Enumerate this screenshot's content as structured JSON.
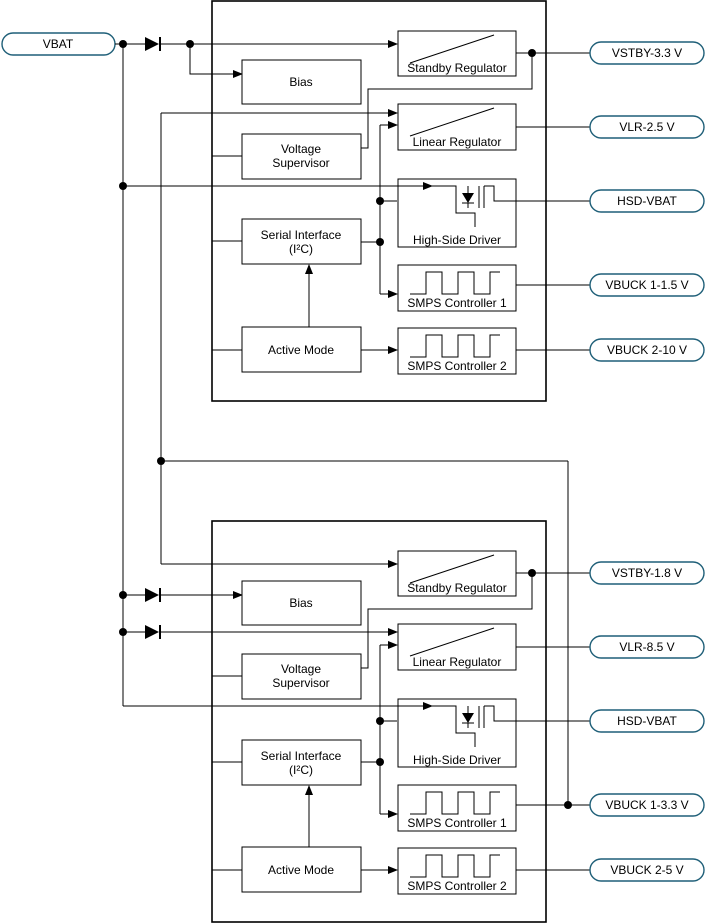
{
  "inputs": {
    "vbat": "VBAT"
  },
  "upper": {
    "blocks": {
      "bias": "Bias",
      "voltage_supervisor": [
        "Voltage",
        "Supervisor"
      ],
      "serial_interface": [
        "Serial Interface",
        "(I²C)"
      ],
      "active_mode": "Active Mode",
      "standby_regulator": "Standby Regulator",
      "linear_regulator": "Linear Regulator",
      "high_side_driver": "High-Side Driver",
      "smps_controller_1": "SMPS Controller 1",
      "smps_controller_2": "SMPS Controller 2"
    },
    "outputs": [
      "VSTBY-3.3 V",
      "VLR-2.5 V",
      "HSD-VBAT",
      "VBUCK 1-1.5 V",
      "VBUCK 2-10 V"
    ]
  },
  "lower": {
    "blocks": {
      "bias": "Bias",
      "voltage_supervisor": [
        "Voltage",
        "Supervisor"
      ],
      "serial_interface": [
        "Serial Interface",
        "(I²C)"
      ],
      "active_mode": "Active Mode",
      "standby_regulator": "Standby Regulator",
      "linear_regulator": "Linear Regulator",
      "high_side_driver": "High-Side Driver",
      "smps_controller_1": "SMPS Controller 1",
      "smps_controller_2": "SMPS Controller 2"
    },
    "outputs": [
      "VSTBY-1.8 V",
      "VLR-8.5 V",
      "HSD-VBAT",
      "VBUCK 1-3.3 V",
      "VBUCK 2-5 V"
    ]
  }
}
